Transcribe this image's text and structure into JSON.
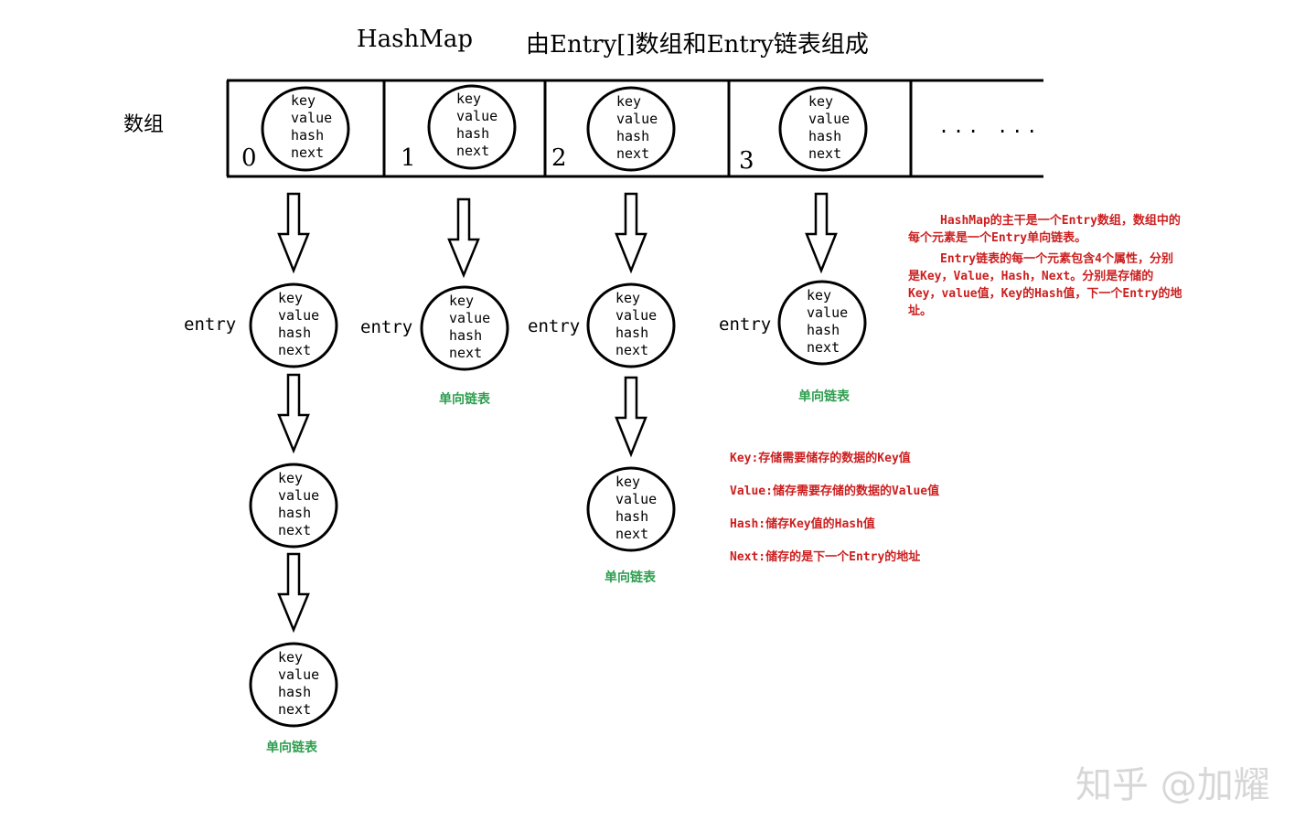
{
  "title": {
    "left": "HashMap",
    "right": "由Entry[]数组和Entry链表组成"
  },
  "array_label": "数组",
  "node_fields": [
    "key",
    "value",
    "hash",
    "next"
  ],
  "slots": [
    {
      "index": "0"
    },
    {
      "index": "1"
    },
    {
      "index": "2"
    },
    {
      "index": "3"
    }
  ],
  "ellipsis": "...  ...",
  "entry_label": "entry",
  "chain_caption": "单向链表",
  "notes": {
    "paragraph1": "HashMap的主干是一个Entry数组，数组中的每个元素是一个Entry单向链表。",
    "paragraph2": "Entry链表的每一个元素包含4个属性，分别是Key，Value，Hash，Next。分别是存储的Key，value值，Key的Hash值，下一个Entry的地址。"
  },
  "definitions": [
    "Key:存储需要储存的数据的Key值",
    "Value:储存需要存储的数据的Value值",
    "Hash:储存Key值的Hash值",
    "Next:储存的是下一个Entry的地址"
  ],
  "watermark": "知乎 @加耀"
}
